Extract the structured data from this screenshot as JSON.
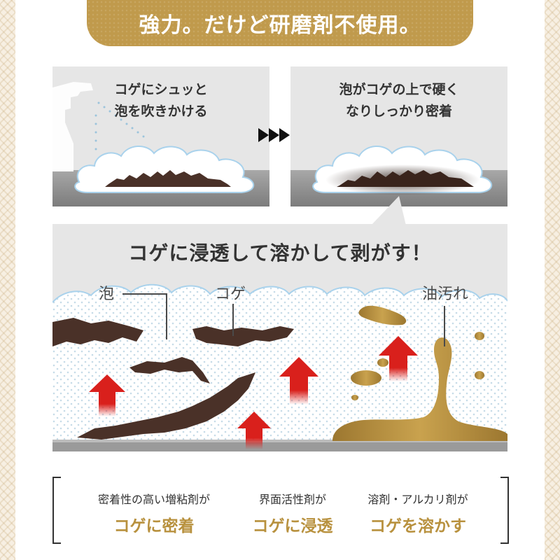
{
  "header": {
    "title": "強力。だけど研磨剤不使用。"
  },
  "steps": [
    {
      "caption": "コゲにシュッと\n泡を吹きかける",
      "line1": "コゲにシュッと",
      "line2": "泡を吹きかける"
    },
    {
      "caption": "泡がコゲの上で硬く\nなりしっかり密着",
      "line1": "泡がコゲの上で硬く",
      "line2": "なりしっかり密着"
    }
  ],
  "detail": {
    "title": "コゲに浸透して溶かして剥がす！",
    "labels": {
      "foam": "泡",
      "burn": "コゲ",
      "grease": "油汚れ"
    }
  },
  "features": [
    {
      "desc": "密着性の高い増粘剤が",
      "effect": "コゲに密着"
    },
    {
      "desc": "界面活性剤が",
      "effect": "コゲに浸透"
    },
    {
      "desc": "溶剤・アルカリ剤が",
      "effect": "コゲを溶かす"
    }
  ],
  "colors": {
    "gold": "#c09a4c",
    "accent_text": "#b8913e",
    "burn": "#4a3128",
    "grease": "#b8913e",
    "arrow_red": "#d9201c"
  }
}
